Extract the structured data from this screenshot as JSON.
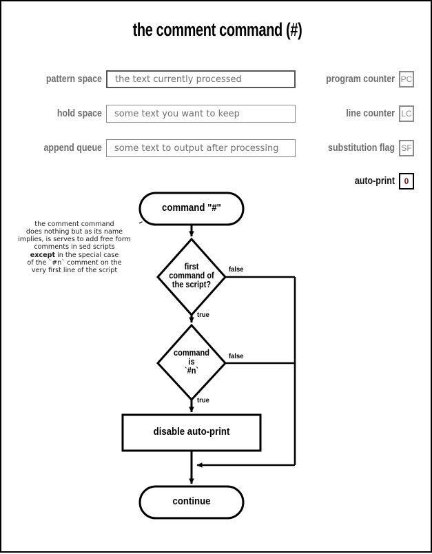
{
  "title": "the comment command (#)",
  "state_panel": {
    "rows": [
      {
        "label": "pattern space",
        "value": "the text currently processed"
      },
      {
        "label": "hold space",
        "value": "some text you want to keep"
      },
      {
        "label": "append queue",
        "value": "some text to output after processing"
      }
    ],
    "registers": [
      {
        "label": "program counter",
        "value": "PC"
      },
      {
        "label": "line counter",
        "value": "LC"
      },
      {
        "label": "substitution flag",
        "value": "SF"
      }
    ],
    "auto_print": {
      "label": "auto-print",
      "value": "0",
      "color": "#7a1410"
    }
  },
  "annotation": {
    "line1": "the comment command",
    "line2": "does nothing but as its name",
    "line3": "implies, is serves to add free form",
    "line4": "comments in sed scripts",
    "bold": "except",
    "line5_rest": " in the special case",
    "line6": "of the `#n` comment on the",
    "line7": "very first line of the script"
  },
  "flowchart": {
    "start": {
      "text": "command \"#\""
    },
    "decision1": {
      "line1": "first",
      "line2": "command of",
      "line3": "the script?"
    },
    "decision2": {
      "line1": "command",
      "line2": "is",
      "line3": "`#n`"
    },
    "process": {
      "text": "disable auto-print"
    },
    "end": {
      "text": "continue"
    },
    "labels": {
      "false1": "false",
      "true1": "true",
      "false2": "false",
      "true2": "true"
    }
  },
  "colors": {
    "stroke": "#000000",
    "label_gray": "#6d6d6d",
    "field_border": "#555555",
    "field_border_light": "#8a8a8a",
    "accent_red": "#7a1410"
  }
}
